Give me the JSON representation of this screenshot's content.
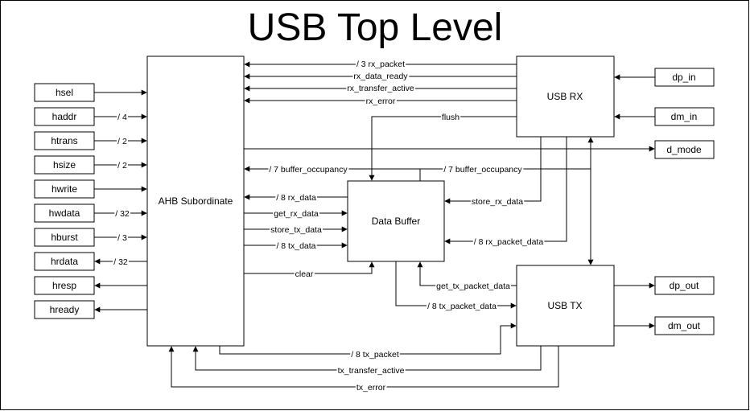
{
  "title": "USB Top Level",
  "blocks": {
    "ahb": "AHB Subordinate",
    "usb_rx": "USB RX",
    "data_buffer": "Data Buffer",
    "usb_tx": "USB TX"
  },
  "ahb_ports": {
    "hsel": "hsel",
    "haddr": "haddr",
    "htrans": "htrans",
    "hsize": "hsize",
    "hwrite": "hwrite",
    "hwdata": "hwdata",
    "hburst": "hburst",
    "hrdata": "hrdata",
    "hresp": "hresp",
    "hready": "hready"
  },
  "bus_widths": {
    "haddr": "/ 4",
    "htrans": "/ 2",
    "hsize": "/ 2",
    "hwdata": "/ 32",
    "hburst": "/ 3",
    "hrdata": "/ 32"
  },
  "usb_ports": {
    "dp_in": "dp_in",
    "dm_in": "dm_in",
    "d_mode": "d_mode",
    "dp_out": "dp_out",
    "dm_out": "dm_out"
  },
  "signals": {
    "rx_packet": "/ 3 rx_packet",
    "rx_data_ready": "rx_data_ready",
    "rx_transfer_active": "rx_transfer_active",
    "rx_error": "rx_error",
    "flush": "flush",
    "buffer_occupancy_left": "/ 7 buffer_occupancy",
    "buffer_occupancy_right": "/ 7 buffer_occupancy",
    "rx_data": "/ 8 rx_data",
    "get_rx_data": "get_rx_data",
    "store_tx_data": "store_tx_data",
    "tx_data": "/ 8 tx_data",
    "clear": "clear",
    "store_rx_data": "store_rx_data",
    "rx_packet_data": "/ 8 rx_packet_data",
    "get_tx_packet_data": "get_tx_packet_data",
    "tx_packet_data": "/ 8 tx_packet_data",
    "tx_packet": "/ 8 tx_packet",
    "tx_transfer_active": "tx_transfer_active",
    "tx_error": "tx_error"
  }
}
